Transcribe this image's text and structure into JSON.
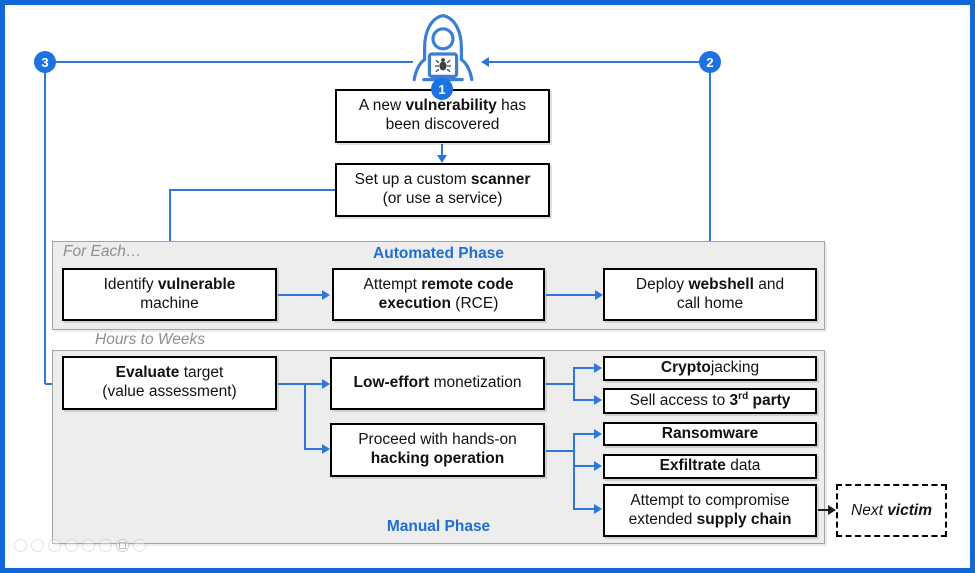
{
  "colors": {
    "frame_border": "#1268d8",
    "connector_blue": "#2e77d8",
    "badge_blue": "#1b72e0",
    "phase_label_blue": "#1f6ed3",
    "region_gray": "#ededed",
    "muted_label_gray": "#8f8f8f",
    "box_border": "#000000"
  },
  "badges": {
    "b1": "1",
    "b2": "2",
    "b3": "3"
  },
  "labels": {
    "for_each": "For Each…",
    "automated": "Automated Phase",
    "hours": "Hours to Weeks",
    "manual": "Manual Phase"
  },
  "nodes": {
    "vulnerability": {
      "a": "A new ",
      "b": "vulnerability",
      "c": " has",
      "d": "been discovered"
    },
    "scanner": {
      "a": "Set up a custom ",
      "b": "scanner",
      "d": "(or use a service)"
    },
    "identify": {
      "a": "Identify ",
      "b": "vulnerable",
      "d": "machine"
    },
    "rce": {
      "a": "Attempt ",
      "b": "remote code",
      "e": "execution",
      "f": " (RCE)"
    },
    "webshell": {
      "a": "Deploy ",
      "b": "webshell",
      "c": " and",
      "d": "call home"
    },
    "evaluate": {
      "b": "Evaluate",
      "c": " target",
      "d": "(value assessment)"
    },
    "low_effort": {
      "b": "Low-effort",
      "c": " monetization"
    },
    "proceed": {
      "a": "Proceed with hands-on",
      "e": "hacking operation"
    },
    "crypto": {
      "b": "Crypto",
      "c": "jacking"
    },
    "sell": {
      "a": "Sell access to ",
      "b": "3",
      "sup": "rd",
      "c": " party"
    },
    "ransomware": {
      "b": "Ransomware"
    },
    "exfiltrate": {
      "b": "Exfiltrate",
      "c": " data"
    },
    "supply": {
      "a": "Attempt to compromise",
      "e": "extended ",
      "f": "supply chain"
    },
    "victim": {
      "a": "Next ",
      "b": "victim"
    }
  }
}
